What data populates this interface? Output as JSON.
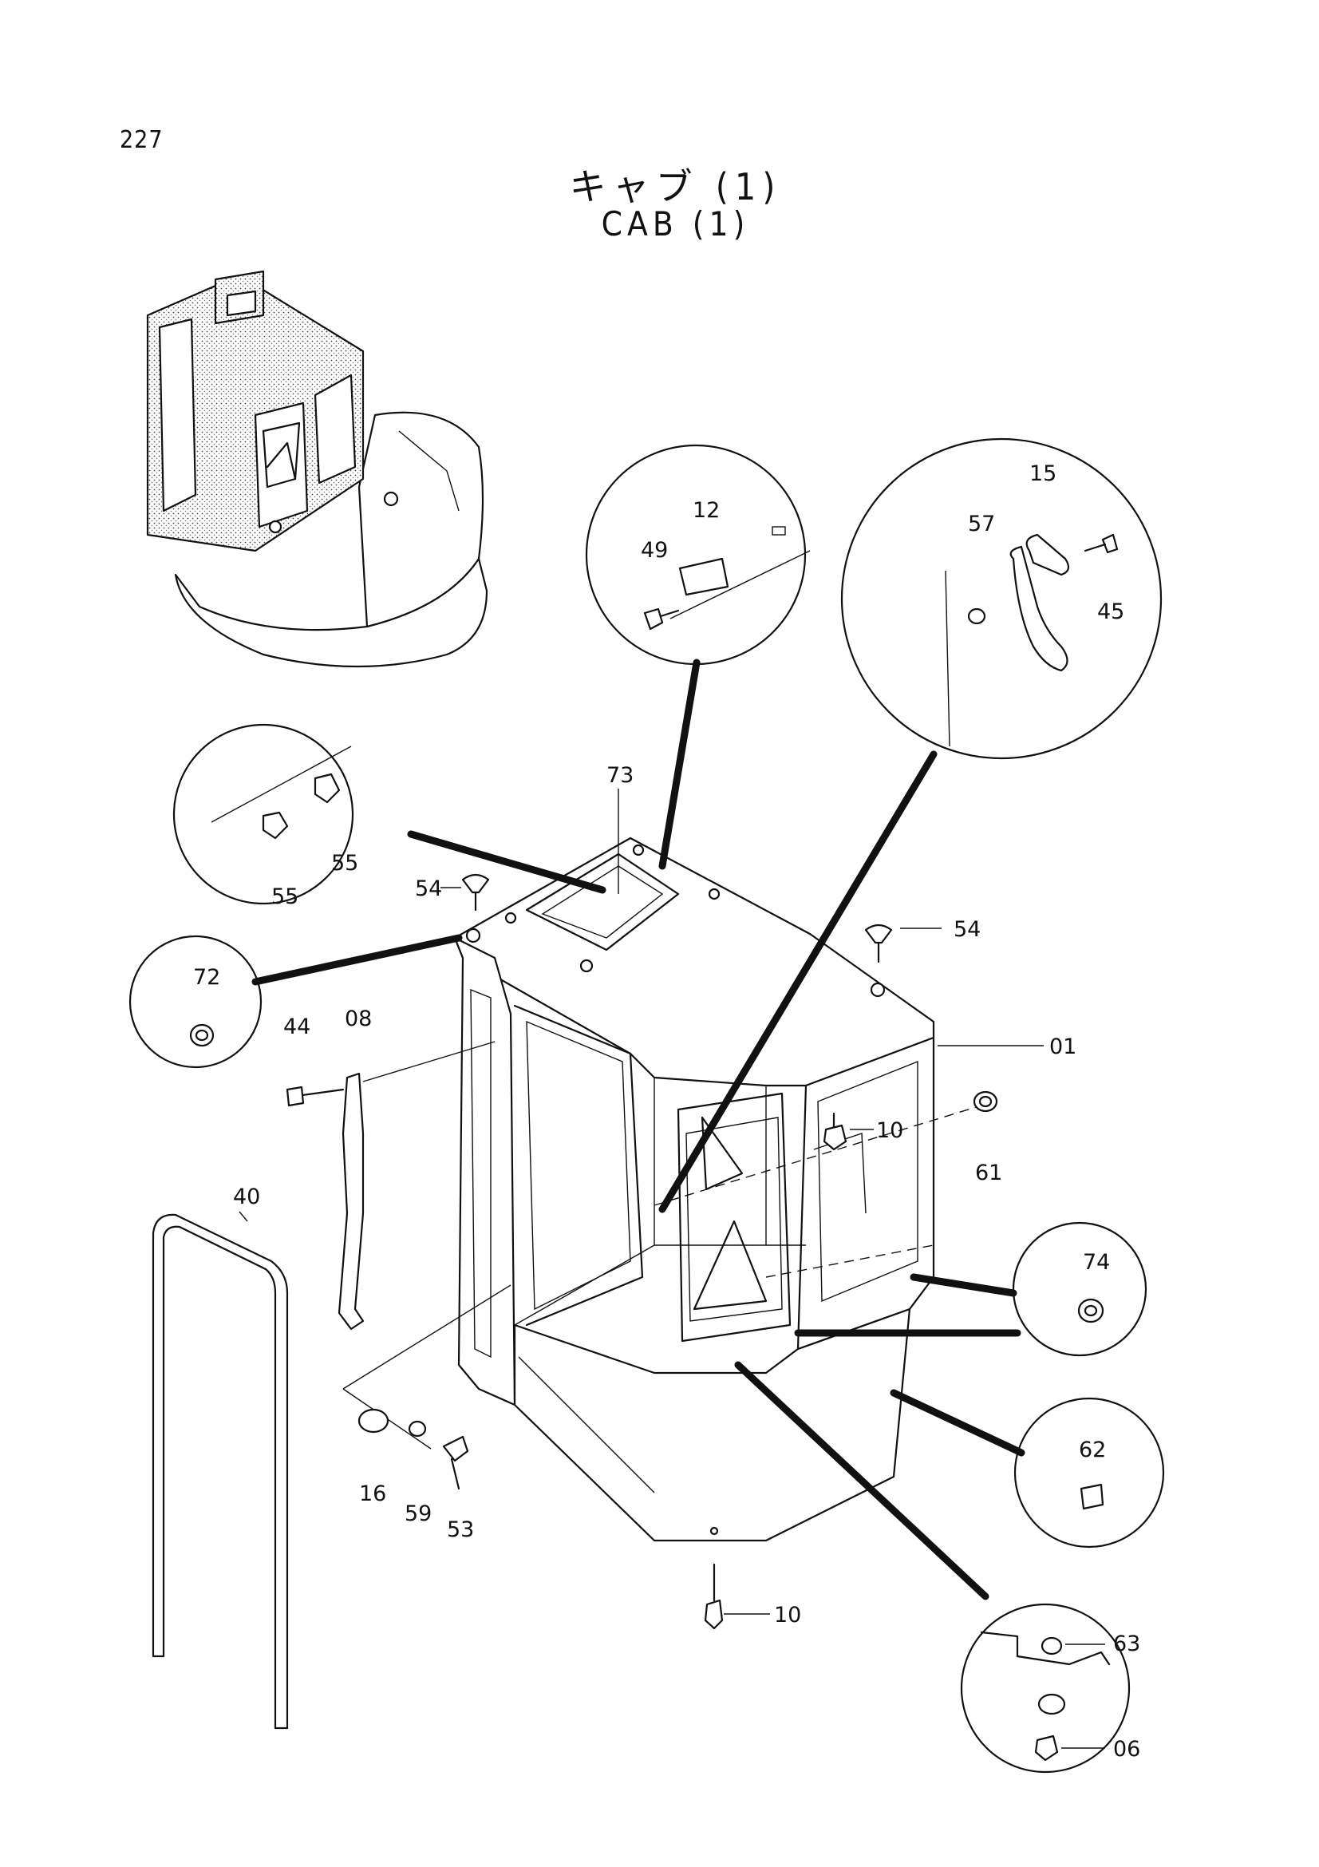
{
  "page_number": "227",
  "title_jp": "キャブ (1)",
  "title_en": "CAB (1)",
  "callouts": {
    "c01": "01",
    "c06": "06",
    "c08": "08",
    "c10a": "10",
    "c10b": "10",
    "c12": "12",
    "c15": "15",
    "c16": "16",
    "c40": "40",
    "c44": "44",
    "c45": "45",
    "c49": "49",
    "c53": "53",
    "c54a": "54",
    "c54b": "54",
    "c55a": "55",
    "c55b": "55",
    "c57": "57",
    "c59": "59",
    "c61": "61",
    "c62": "62",
    "c63": "63",
    "c72": "72",
    "c73": "73",
    "c74": "74"
  }
}
